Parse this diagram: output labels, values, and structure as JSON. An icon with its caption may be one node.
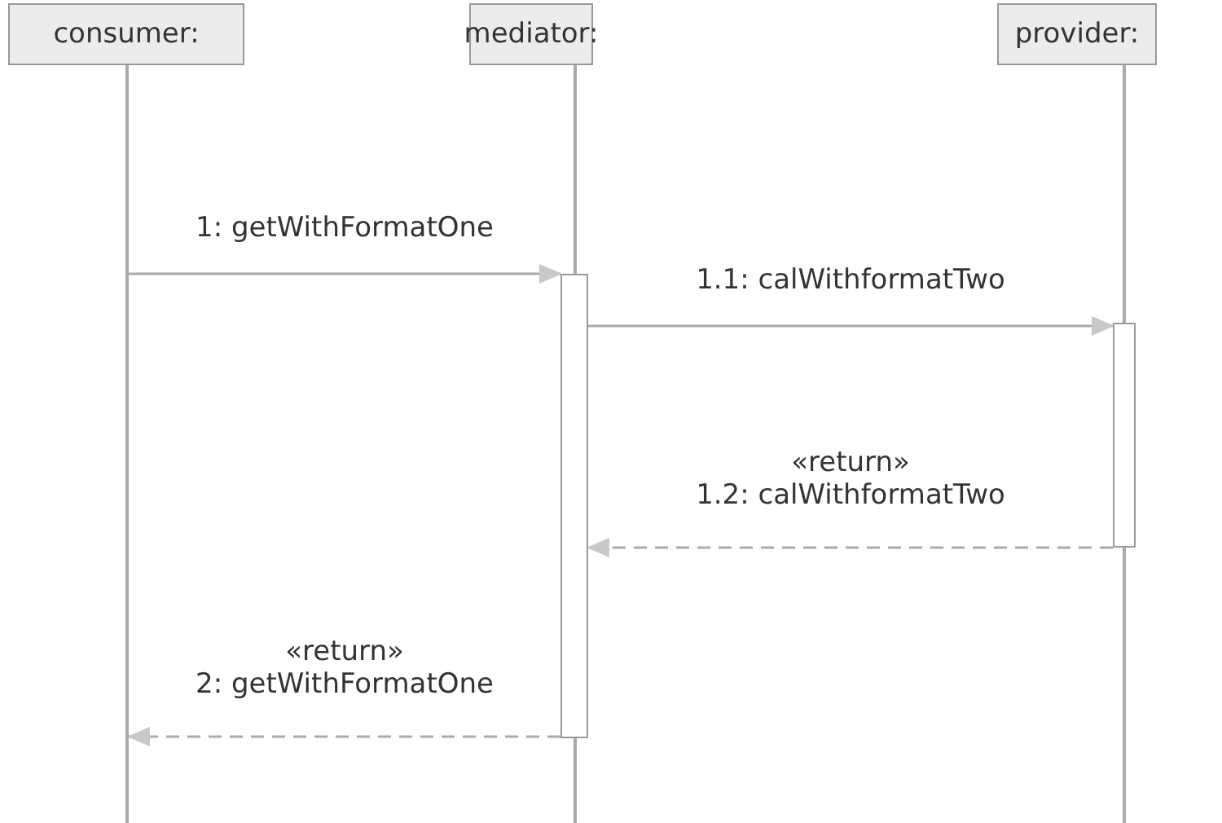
{
  "diagram": {
    "nodes": [
      {
        "text": [
          "consumer:"
        ]
      },
      {
        "text": [
          "mediator:"
        ]
      },
      {
        "text": [
          "provider:"
        ]
      },
      {
        "text": [],
        "shape": "bar",
        "in": 1
      },
      {
        "text": [],
        "shape": "bar",
        "in": 2
      }
    ],
    "edges": [
      {
        "from": 0,
        "to": 3,
        "arrow": "to",
        "label": "1: getWithFormatOne"
      },
      {
        "from": 3,
        "to": 4,
        "arrow": "to",
        "label": "1.1: calWithformatTwo"
      },
      {
        "from": 4,
        "to": 3,
        "arrow": "to",
        "label": "«return» 1.2: calWithformatTwo",
        "style": "dashed"
      },
      {
        "from": 3,
        "to": 0,
        "arrow": "to",
        "label": "«return» 2: getWithFormatOne",
        "style": "dashed"
      }
    ]
  }
}
